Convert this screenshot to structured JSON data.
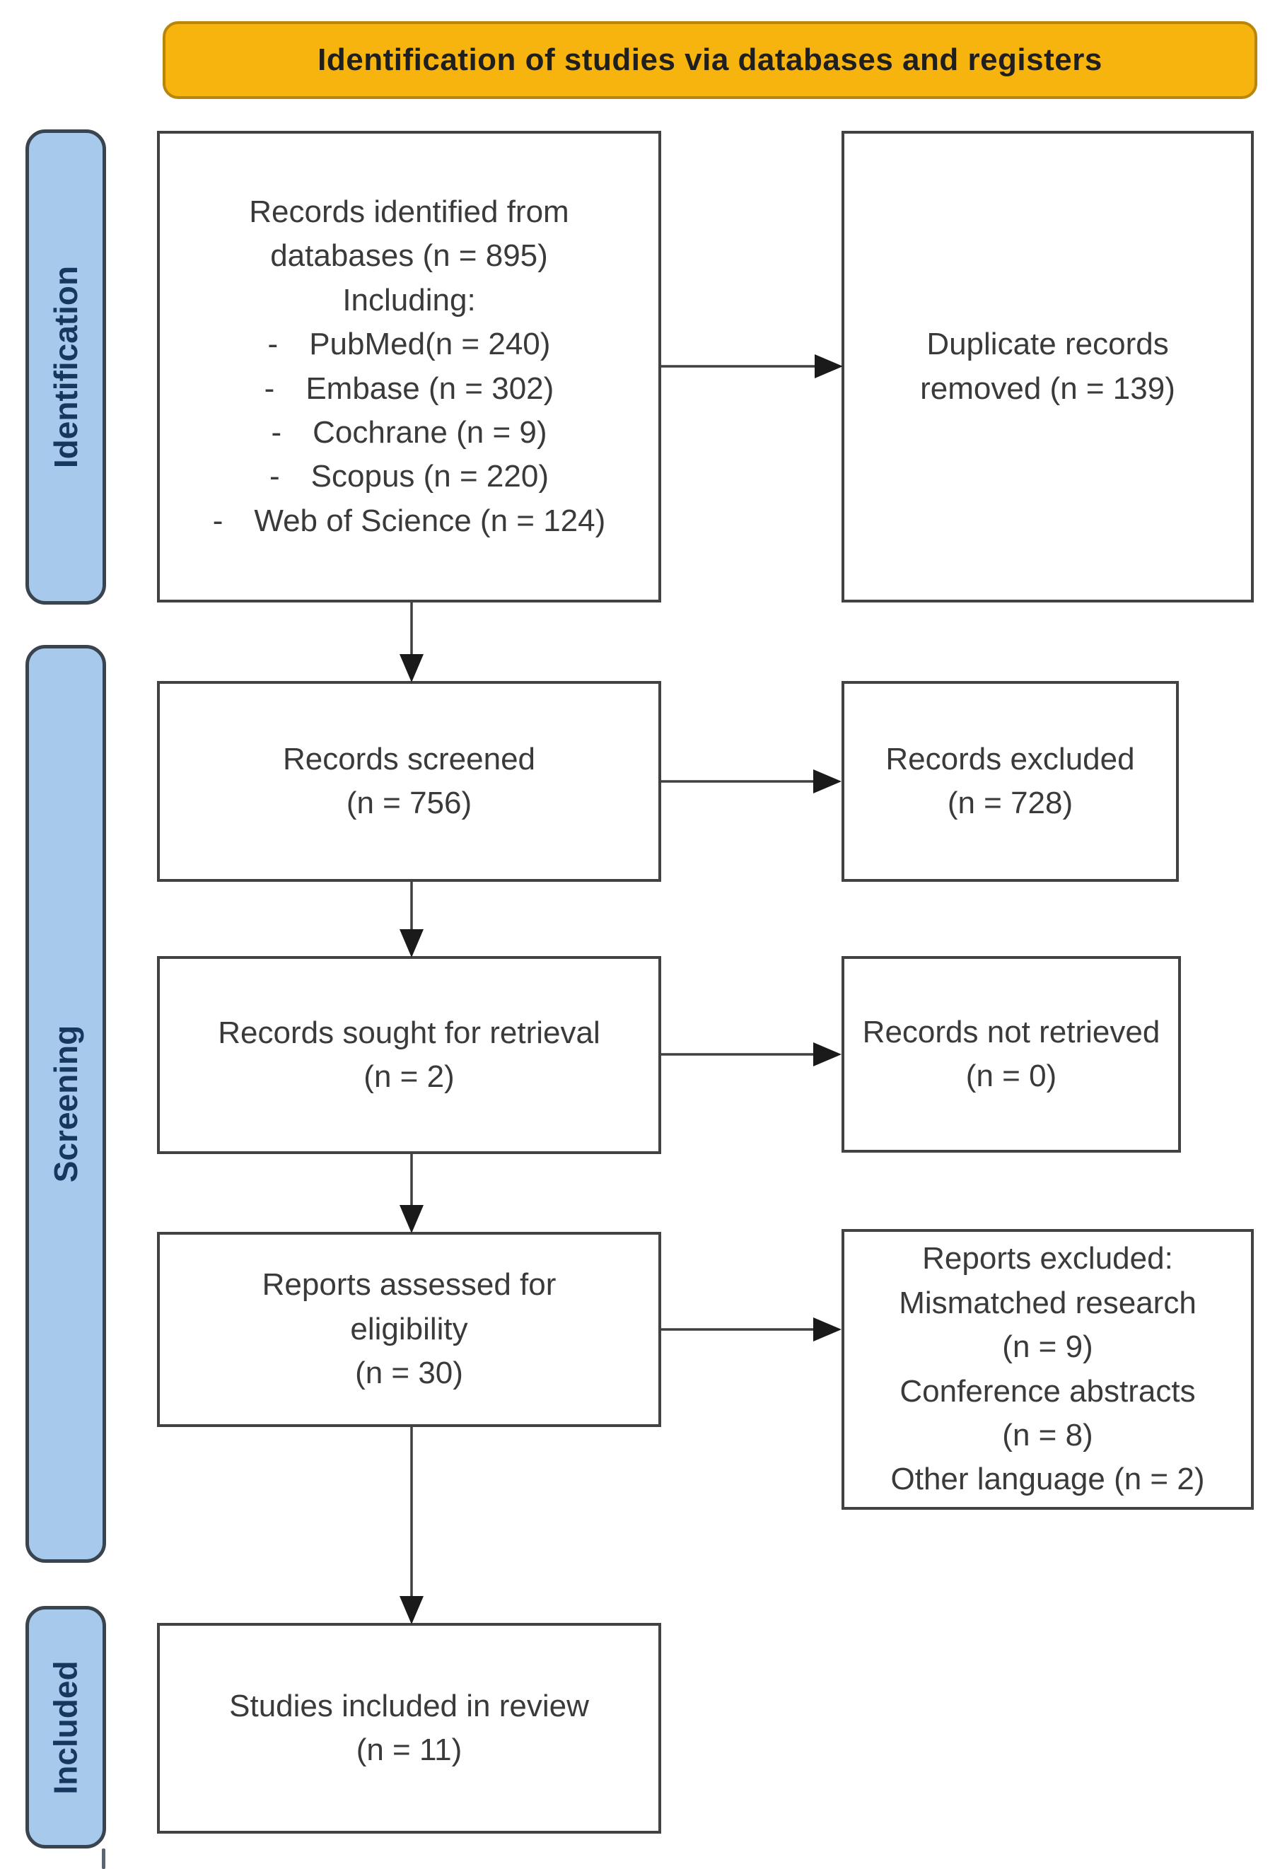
{
  "header": {
    "title": "Identification of studies via databases and registers"
  },
  "sidebar": {
    "stages": {
      "identification": "Identification",
      "screening": "Screening",
      "included": "Included"
    }
  },
  "flow": {
    "identified": {
      "lines": [
        "Records identified from",
        "databases (n = 895)",
        "Including:",
        "- PubMed(n = 240)",
        "- Embase (n = 302)",
        "- Cochrane (n = 9)",
        "- Scopus (n = 220)",
        "- Web of Science (n = 124)"
      ]
    },
    "duplicates_removed": {
      "lines": [
        "Duplicate records",
        "removed (n = 139)"
      ]
    },
    "screened": {
      "lines": [
        "Records screened",
        "(n = 756)"
      ]
    },
    "records_excluded": {
      "lines": [
        "Records excluded",
        "(n = 728)"
      ]
    },
    "sought_retrieval": {
      "lines": [
        "Records sought for retrieval",
        "(n = 2)"
      ]
    },
    "not_retrieved": {
      "lines": [
        "Records not retrieved",
        "(n = 0)"
      ]
    },
    "assessed_eligibility": {
      "lines": [
        "Reports assessed for",
        "eligibility",
        "(n = 30)"
      ]
    },
    "reports_excluded": {
      "lines": [
        "Reports excluded:",
        "Mismatched research",
        "(n = 9)",
        "Conference abstracts",
        "(n = 8)",
        "Other language (n = 2)"
      ]
    },
    "studies_included": {
      "lines": [
        "Studies included in review",
        "(n = 11)"
      ]
    }
  },
  "colors": {
    "header_fill": "#F8B40E",
    "header_border": "#B8860B",
    "header_text": "#1F1F1F",
    "stage_fill": "#A6C9EC",
    "stage_border": "#39444E",
    "stage_text": "#17375E",
    "box_border": "#424242",
    "box_text": "#3A3A3A",
    "arrow": "#3F3F3F",
    "canvas_bg": "#FFFFFF"
  }
}
